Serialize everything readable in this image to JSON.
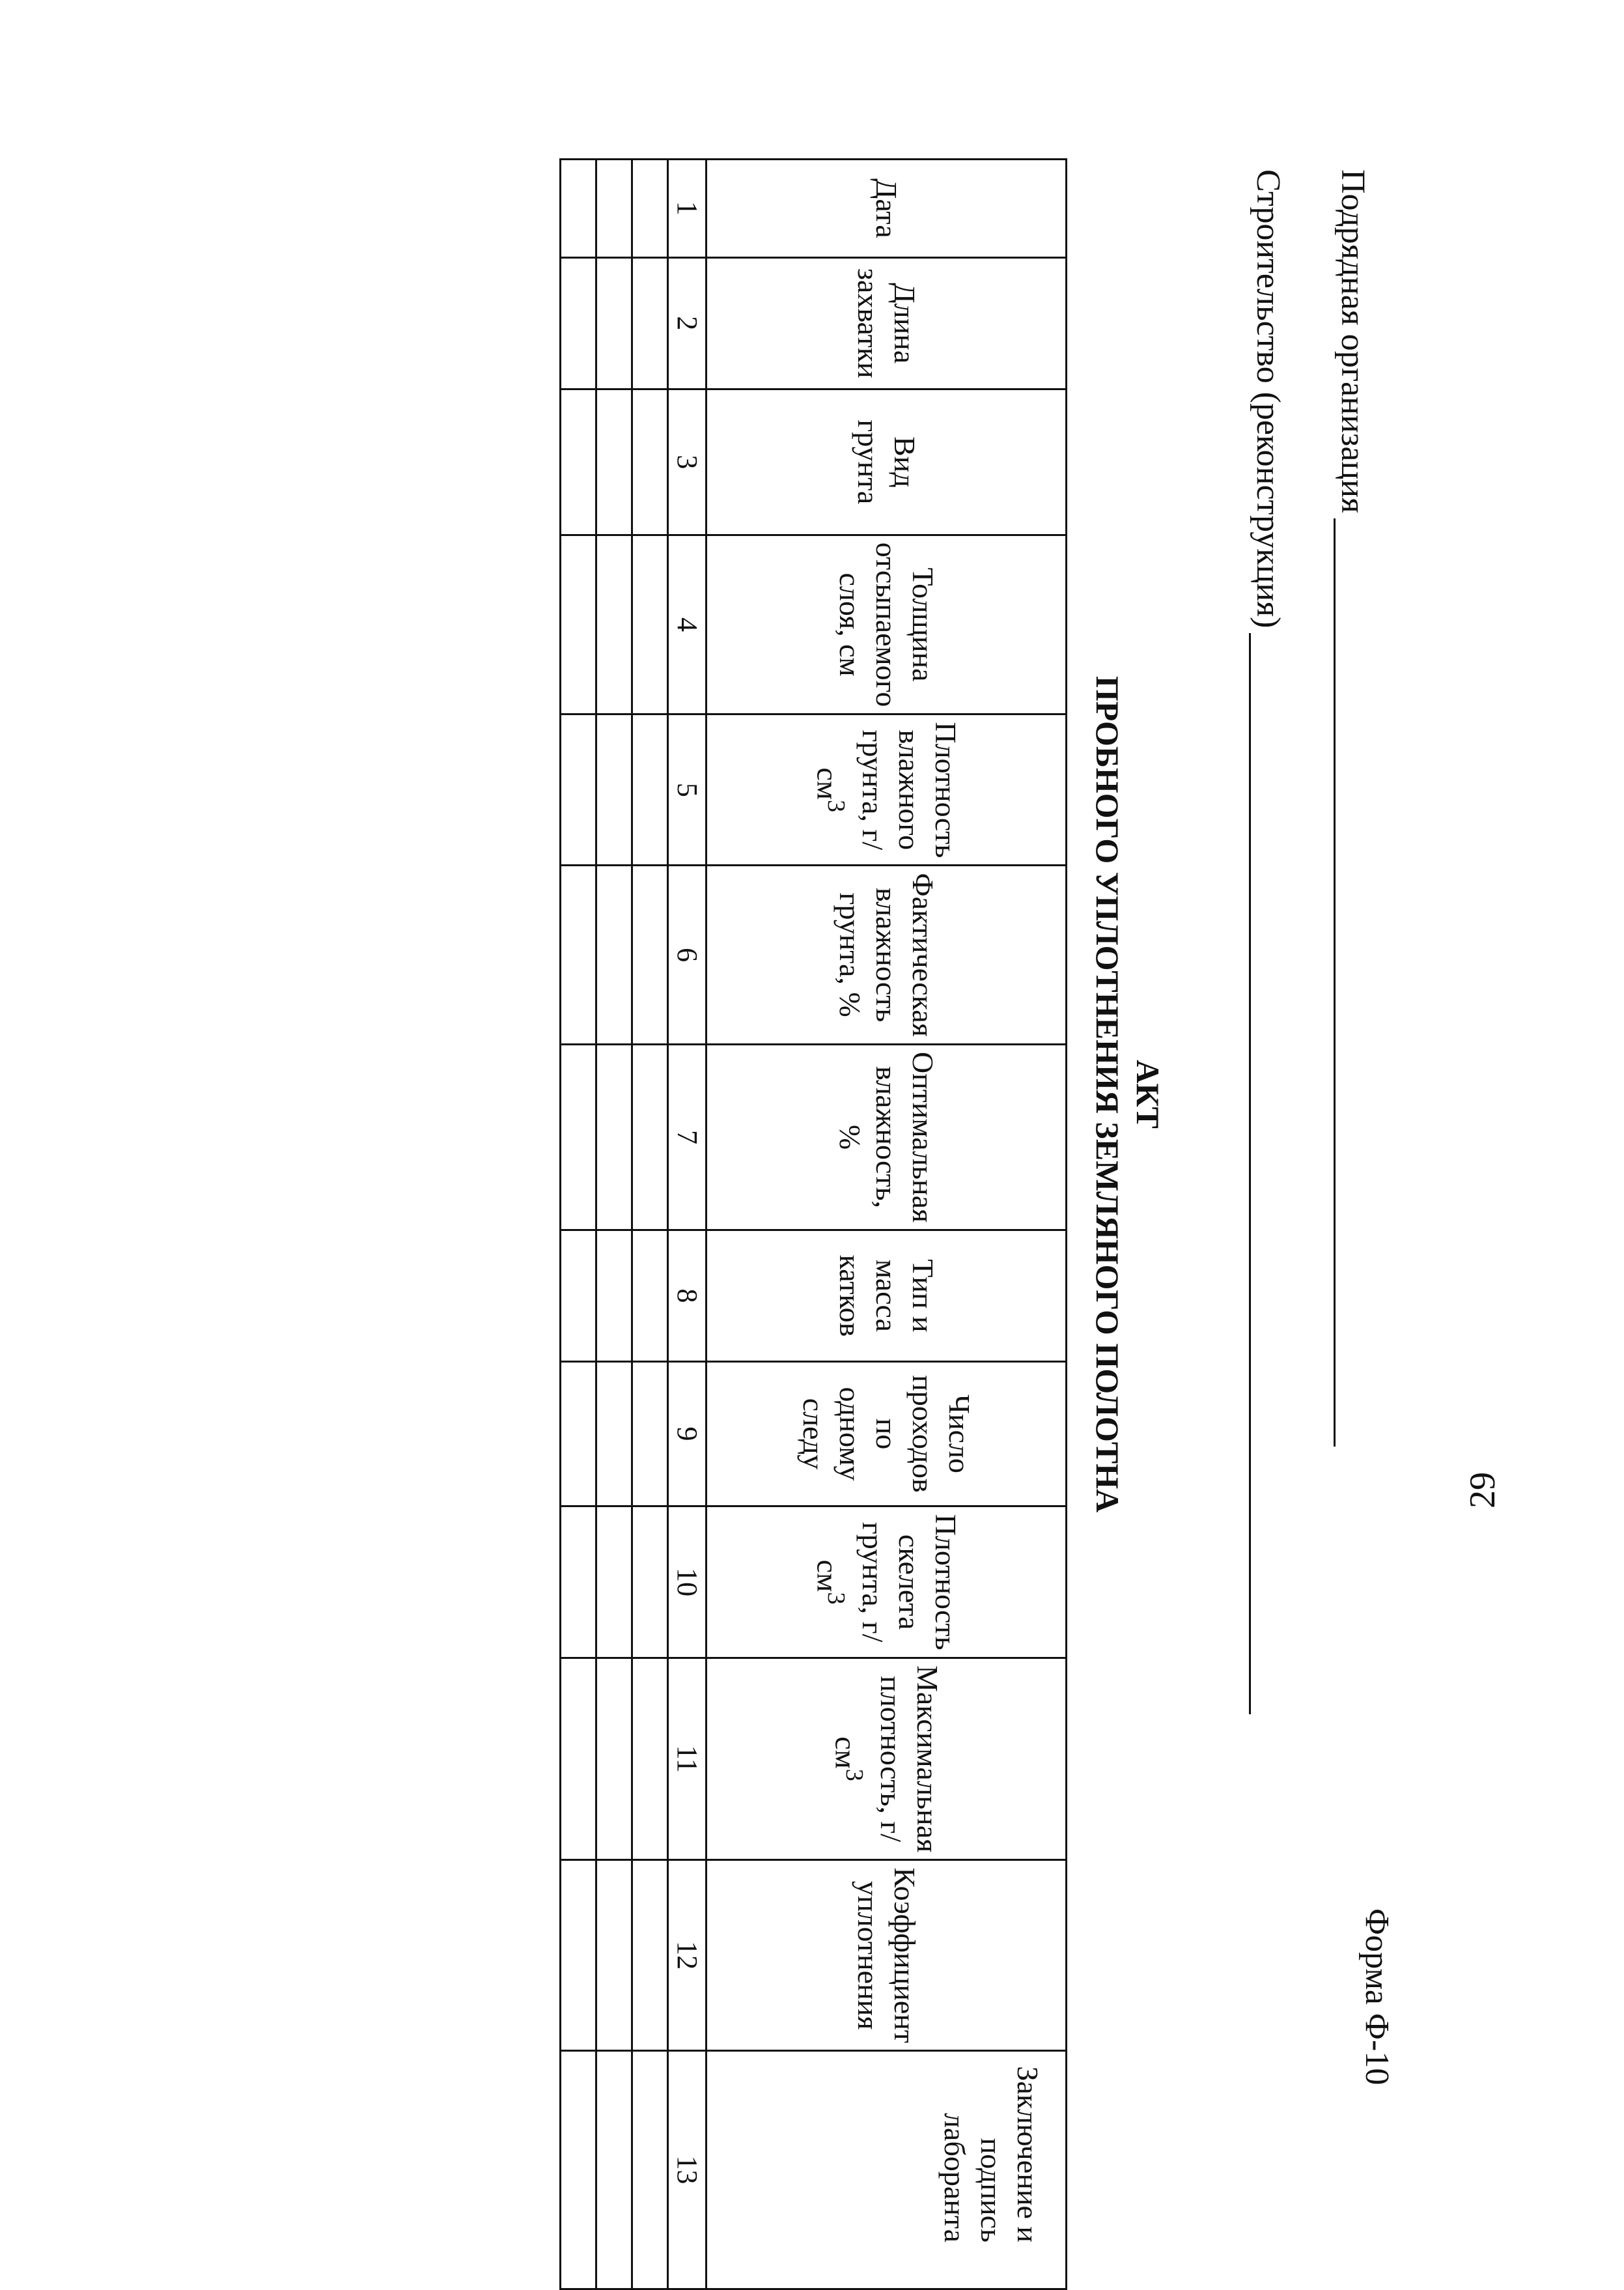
{
  "form_label": "Форма Ф-10",
  "fields": {
    "contractor_label": "Подрядная организация",
    "construction_label": "Строительство (реконструкция)"
  },
  "title": {
    "line1": "АКТ",
    "line2": "ПРОБНОГО УПЛОТНЕНИЯ ЗЕМЛЯНОГО ПОЛОТНА"
  },
  "table": {
    "columns": [
      {
        "label": "Дата",
        "num": "1"
      },
      {
        "label": "Длина захватки",
        "num": "2"
      },
      {
        "label": "Вид грунта",
        "num": "3"
      },
      {
        "label": "Толщина отсыпаемого слоя, см",
        "num": "4"
      },
      {
        "label": "Плотность влажного грунта, г/см",
        "sup": "3",
        "num": "5"
      },
      {
        "label": "Фактическая влажность грунта, %",
        "num": "6"
      },
      {
        "label": "Оптимальная влажность, %",
        "num": "7"
      },
      {
        "label": "Тип и масса катков",
        "num": "8"
      },
      {
        "label": "Число проходов по одному следу",
        "num": "9"
      },
      {
        "label": "Плотность скелета грунта, г/см",
        "sup": "3",
        "num": "10"
      },
      {
        "label": "Максимальная плотность, г/см",
        "sup": "3",
        "num": "11"
      },
      {
        "label": "Коэффициент уплотнения",
        "num": "12"
      },
      {
        "label": "Заключение и подпись лаборанта",
        "num": "13"
      }
    ]
  },
  "page_number": "29"
}
